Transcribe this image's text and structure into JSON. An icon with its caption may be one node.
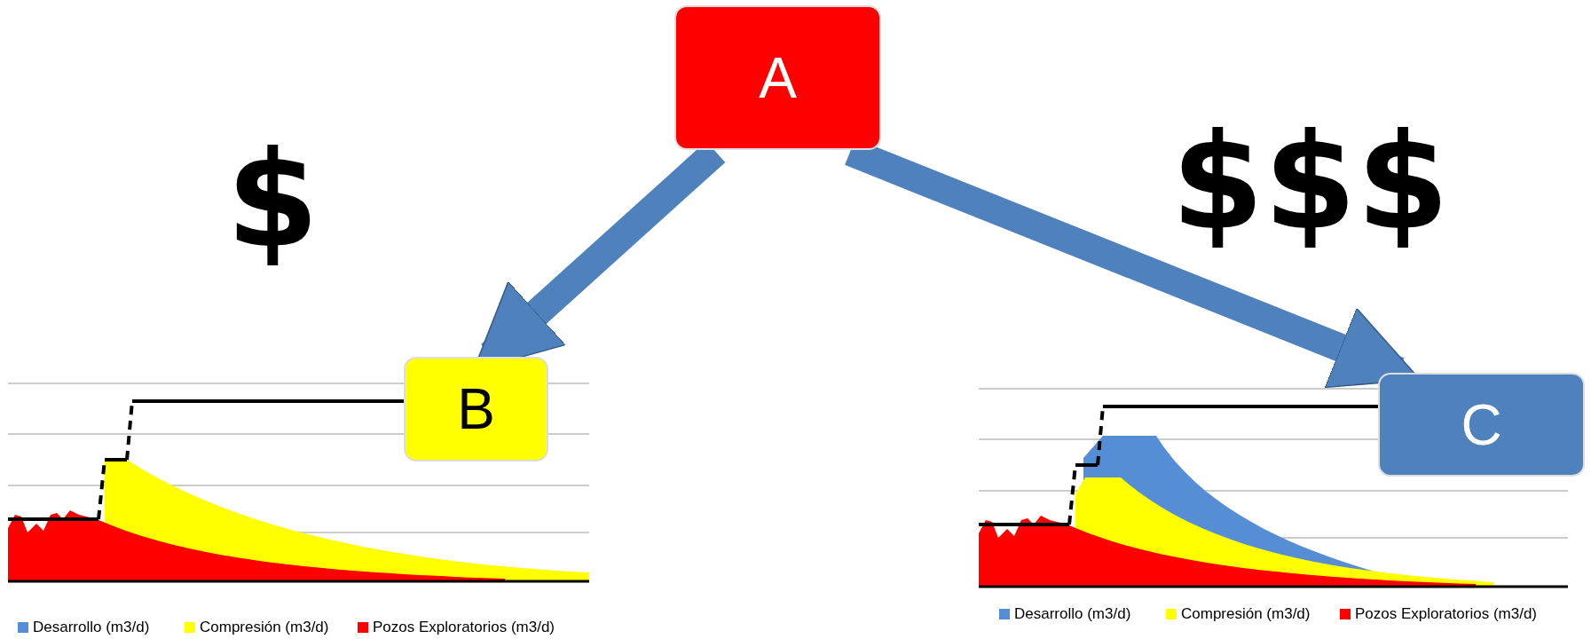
{
  "diagram": {
    "nodes": [
      {
        "text": [
          "A"
        ]
      },
      {
        "text": [
          "B"
        ]
      },
      {
        "text": [
          "C"
        ]
      }
    ],
    "edges": [
      {
        "from": 0,
        "to": 1,
        "arrow": "to"
      },
      {
        "from": 0,
        "to": 2,
        "arrow": "to"
      }
    ],
    "labels": [
      "$",
      "$$$"
    ],
    "legend": [
      {
        "text": "Desarrollo (m3/d)",
        "color": "#558ed5"
      },
      {
        "text": "Compresión (m3/d)",
        "color": "#ffff00"
      },
      {
        "text": "Pozos Exploratorios (m3/d)",
        "color": "#ff0000"
      },
      {
        "text": "Desarrollo (m3/d)",
        "color": "#558ed5"
      },
      {
        "text": "Compresión (m3/d)",
        "color": "#ffff00"
      },
      {
        "text": "Pozos Exploratorios (m3/d)",
        "color": "#ff0000"
      }
    ]
  }
}
